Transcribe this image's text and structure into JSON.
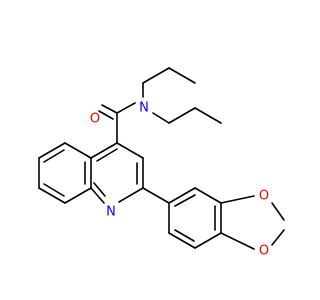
{
  "molecule": {
    "atoms": {
      "O_carbonyl": {
        "symbol": "O",
        "color": "#ff0000"
      },
      "N_amide": {
        "symbol": "N",
        "color": "#0000ff"
      },
      "N_ring": {
        "symbol": "N",
        "color": "#0000ff"
      },
      "O_diox_1": {
        "symbol": "O",
        "color": "#ff0000"
      },
      "O_diox_2": {
        "symbol": "O",
        "color": "#ff0000"
      }
    },
    "bond_color": "#000000",
    "background": "#ffffff"
  }
}
